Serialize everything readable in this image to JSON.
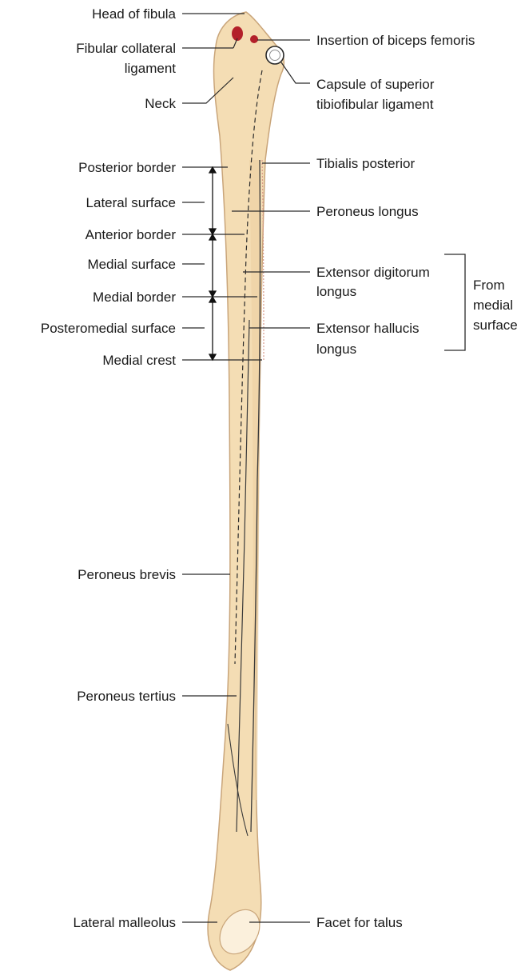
{
  "colors": {
    "bone_fill": "#f4ddb4",
    "bone_edge": "#c9a57a",
    "leader_line": "#2a2a2a",
    "muscle_red": "#b3202a",
    "label_text": "#1a1a1a"
  },
  "labels_left": {
    "head_of_fibula": "Head of fibula",
    "fibular_collateral_1": "Fibular collateral",
    "fibular_collateral_2": "ligament",
    "neck": "Neck",
    "posterior_border": "Posterior border",
    "lateral_surface": "Lateral surface",
    "anterior_border": "Anterior border",
    "medial_surface": "Medial surface",
    "medial_border": "Medial border",
    "posteromedial_surface": "Posteromedial surface",
    "medial_crest": "Medial crest",
    "peroneus_brevis": "Peroneus brevis",
    "peroneus_tertius": "Peroneus tertius",
    "lateral_malleolus": "Lateral malleolus"
  },
  "labels_right": {
    "insertion_biceps": "Insertion of biceps femoris",
    "capsule_1": "Capsule of superior",
    "capsule_2": "tibiofibular ligament",
    "tibialis_posterior": "Tibialis posterior",
    "peroneus_longus": "Peroneus longus",
    "extensor_digitorum_1": "Extensor digitorum",
    "extensor_digitorum_2": "longus",
    "extensor_hallucis_1": "Extensor hallucis",
    "extensor_hallucis_2": "longus",
    "facet_for_talus": "Facet for talus"
  },
  "bracket_label": {
    "line1": "From",
    "line2": "medial",
    "line3": "surface"
  }
}
